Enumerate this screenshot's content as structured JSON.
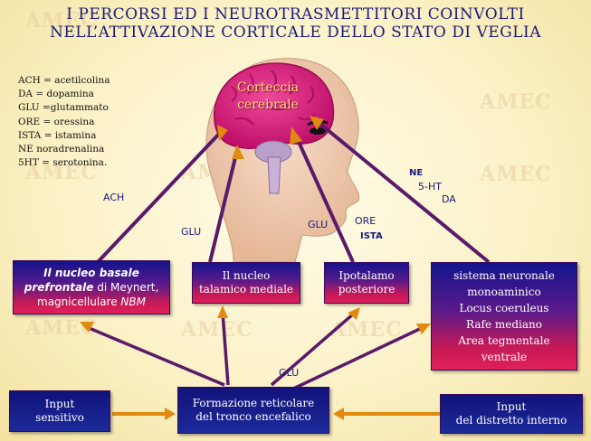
{
  "title": {
    "line1": "I PERCORSI ED I NEUROTRASMETTITORI COINVOLTI",
    "line2": "NELL’ATTIVAZIONE CORTICALE DELLO STATO DI VEGLIA"
  },
  "legend": [
    "ACH = acetilcolina",
    "DA = dopamina",
    "GLU =glutammato",
    "ORE = oressina",
    "ISTA = istamina",
    "NE noradrenalina",
    "5HT = serotonina."
  ],
  "brain": {
    "line1": "Corteccia",
    "line2": "cerebrale"
  },
  "watermark": "AMEC",
  "labels": {
    "ach": "ACH",
    "glu1": "GLU",
    "glu2": "GLU",
    "ore": "ORE",
    "ista": "ISTA",
    "ne": "NE",
    "ht": "5-HT",
    "da": "DA",
    "glu3": "GLU"
  },
  "boxes": {
    "nbm": {
      "part1": "Il nucleo basale",
      "part2": "prefrontale",
      "part3": " di Meynert,",
      "part4": "magnicellulare ",
      "part5": "NBM"
    },
    "talamico": {
      "line1": "Il nucleo",
      "line2": "talamico mediale"
    },
    "ipotalamo": {
      "line1": "Ipotalamo",
      "line2": "posteriore"
    },
    "monoaminico": {
      "line1": "sistema neuronale",
      "line2": "monoaminico",
      "line3": "Locus coeruleus",
      "line4": "Rafe mediano",
      "line5": "Area tegmentale",
      "line6": "ventrale"
    },
    "input_sens": {
      "line1": "Input",
      "line2": "sensitivo"
    },
    "reticolare": {
      "line1": "Formazione reticolare",
      "line2": "del tronco encefalico"
    },
    "input_int": {
      "line1": "Input",
      "line2": "del distretto interno"
    }
  },
  "colors": {
    "title": "#1a1a7a",
    "arrow_purple": "#5a1a6a",
    "arrow_orange": "#e08a10",
    "brain": "#e0207a"
  }
}
